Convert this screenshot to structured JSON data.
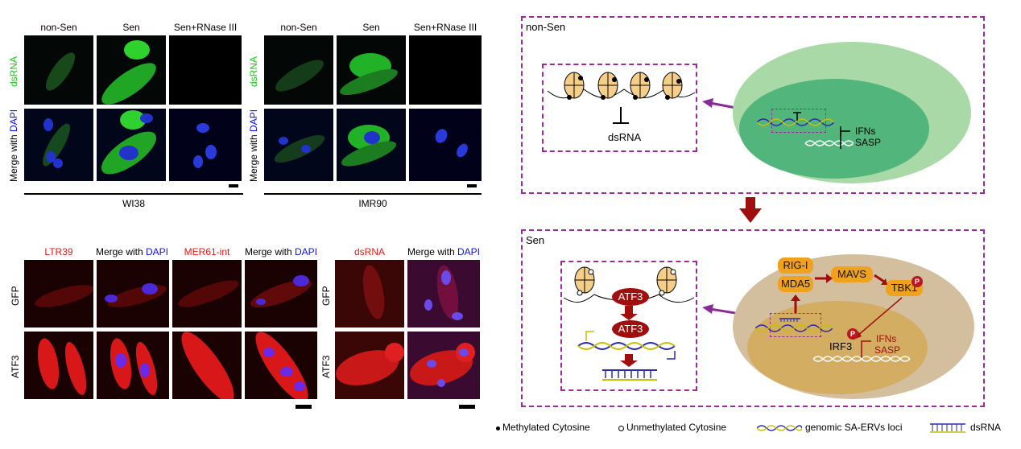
{
  "top_left": {
    "col_headers": [
      "non-Sen",
      "Sen",
      "Sen+RNase III"
    ],
    "row_labels": {
      "dsrna": "dsRNA",
      "merge_prefix": "Merge with ",
      "merge_dapi": "DAPI"
    },
    "cell_line": "WI38"
  },
  "top_right": {
    "col_headers": [
      "non-Sen",
      "Sen",
      "Sen+RNase III"
    ],
    "row_labels": {
      "dsrna": "dsRNA",
      "merge_prefix": "Merge with ",
      "merge_dapi": "DAPI"
    },
    "cell_line": "IMR90"
  },
  "bottom_left": {
    "col_headers": [
      "LTR39",
      "Merge with ",
      "DAPI",
      "MER61-int",
      "Merge with ",
      "DAPI"
    ],
    "row_labels": [
      "GFP",
      "ATF3"
    ]
  },
  "bottom_right": {
    "col_headers": [
      "dsRNA",
      "Merge with ",
      "DAPI"
    ],
    "row_labels": [
      "GFP",
      "ATF3"
    ]
  },
  "schematic": {
    "nonsen_title": "non-Sen",
    "nonsen_dsrna": "dsRNA",
    "nonsen_ifns": "IFNs",
    "nonsen_sasp": "SASP",
    "sen_title": "Sen",
    "atf3_1": "ATF3",
    "atf3_2": "ATF3",
    "rigi": "RIG-I",
    "mda5": "MDA5",
    "mavs": "MAVS",
    "tbk1": "TBK1",
    "irf3": "IRF3",
    "sen_ifns": "IFNs",
    "sen_sasp": "SASP",
    "p_label": "P"
  },
  "legend": {
    "methylated": "Methylated Cytosine",
    "unmethylated": "Unmethylated Cytosine",
    "loci": "genomic SA-ERVs loci",
    "dsrna": "dsRNA"
  },
  "colors": {
    "purple_dash": "#9a2a9a",
    "arrow_red": "#a00e0e",
    "orange": "#f0a21e",
    "nucleus_green": "#52b57c",
    "cell_green": "#a8d9a6",
    "cell_tan": "#d3bf9e",
    "nucleus_tan": "#d3ad62"
  }
}
